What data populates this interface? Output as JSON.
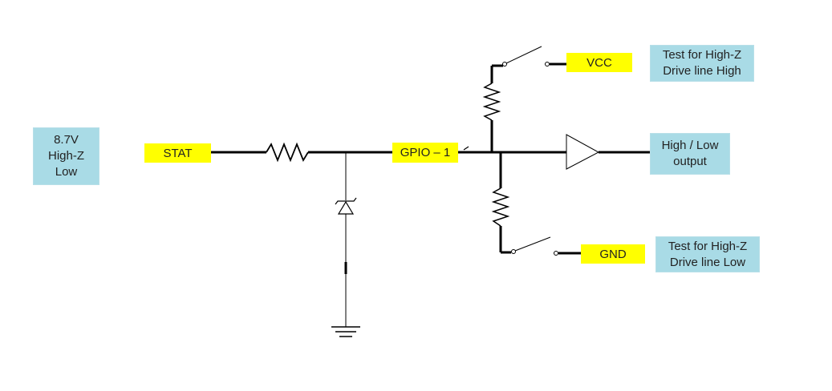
{
  "labels": {
    "input_states": [
      "8.7V",
      "High-Z",
      "Low"
    ],
    "stat": "STAT",
    "gpio": "GPIO – 1",
    "vcc": "VCC",
    "gnd": "GND",
    "test_high": [
      "Test for High-Z",
      "Drive line High"
    ],
    "output": [
      "High / Low",
      "output"
    ],
    "test_low": [
      "Test for High-Z",
      "Drive line Low"
    ]
  },
  "colors": {
    "tag_fill": "#ffff00",
    "box_fill": "#a9dbe6",
    "wire": "#000000"
  },
  "icons": [
    "resistor-icon",
    "zener-diode-icon",
    "ground-icon",
    "switch-icon",
    "buffer-icon"
  ]
}
